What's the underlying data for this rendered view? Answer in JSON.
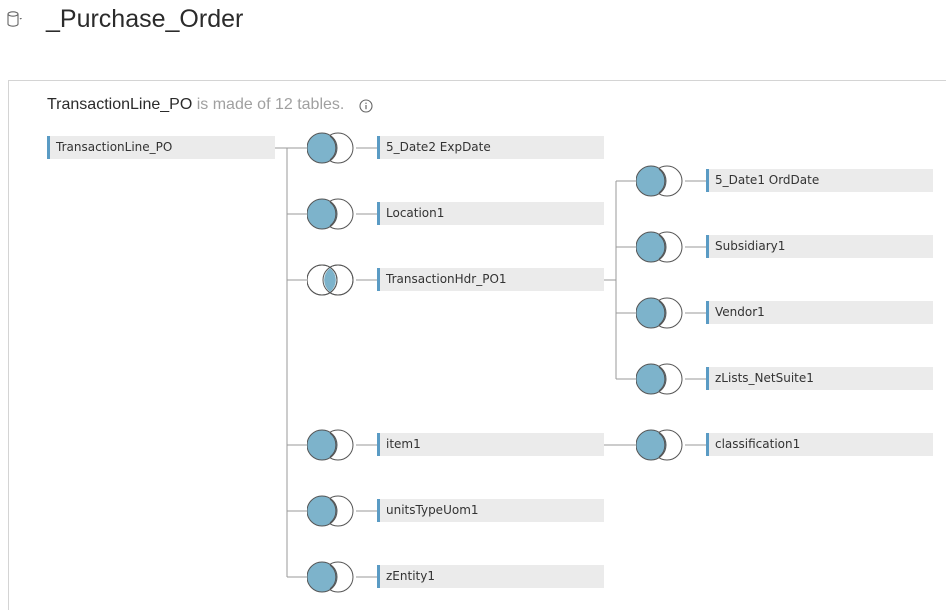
{
  "header": {
    "title": "_Purchase_Order",
    "datasource_icon": "database-icon",
    "dropdown_icon": "caret-down-icon"
  },
  "summary": {
    "table_name": "TransactionLine_PO",
    "suffix": " is made of 12 tables.",
    "info_icon": "info-icon"
  },
  "colors": {
    "join_fill": "#7db3cb",
    "accent": "#5a9bc4",
    "box_bg": "#ebebeb",
    "line": "#9a9a9a"
  },
  "tables": [
    {
      "id": "transactionline_po",
      "label": "TransactionLine_PO"
    },
    {
      "id": "5_date2_expdate",
      "label": "5_Date2 ExpDate"
    },
    {
      "id": "location1",
      "label": "Location1"
    },
    {
      "id": "transactionhdr_po1",
      "label": "TransactionHdr_PO1"
    },
    {
      "id": "item1",
      "label": "item1"
    },
    {
      "id": "unitstypeuom1",
      "label": "unitsTypeUom1"
    },
    {
      "id": "zentity1",
      "label": "zEntity1"
    },
    {
      "id": "5_date1_orddate",
      "label": "5_Date1 OrdDate"
    },
    {
      "id": "subsidiary1",
      "label": "Subsidiary1"
    },
    {
      "id": "vendor1",
      "label": "Vendor1"
    },
    {
      "id": "zlists_netsuite1",
      "label": "zLists_NetSuite1"
    },
    {
      "id": "classification1",
      "label": "classification1"
    }
  ],
  "joins": [
    {
      "id": "join-5_date2_expdate",
      "type": "left"
    },
    {
      "id": "join-location1",
      "type": "left"
    },
    {
      "id": "join-transactionhdr_po1",
      "type": "inner"
    },
    {
      "id": "join-item1",
      "type": "left"
    },
    {
      "id": "join-unitstypeuom1",
      "type": "left"
    },
    {
      "id": "join-zentity1",
      "type": "left"
    },
    {
      "id": "join-5_date1_orddate",
      "type": "left"
    },
    {
      "id": "join-subsidiary1",
      "type": "left"
    },
    {
      "id": "join-vendor1",
      "type": "left"
    },
    {
      "id": "join-zlists_netsuite1",
      "type": "left"
    },
    {
      "id": "join-classification1",
      "type": "left"
    }
  ]
}
